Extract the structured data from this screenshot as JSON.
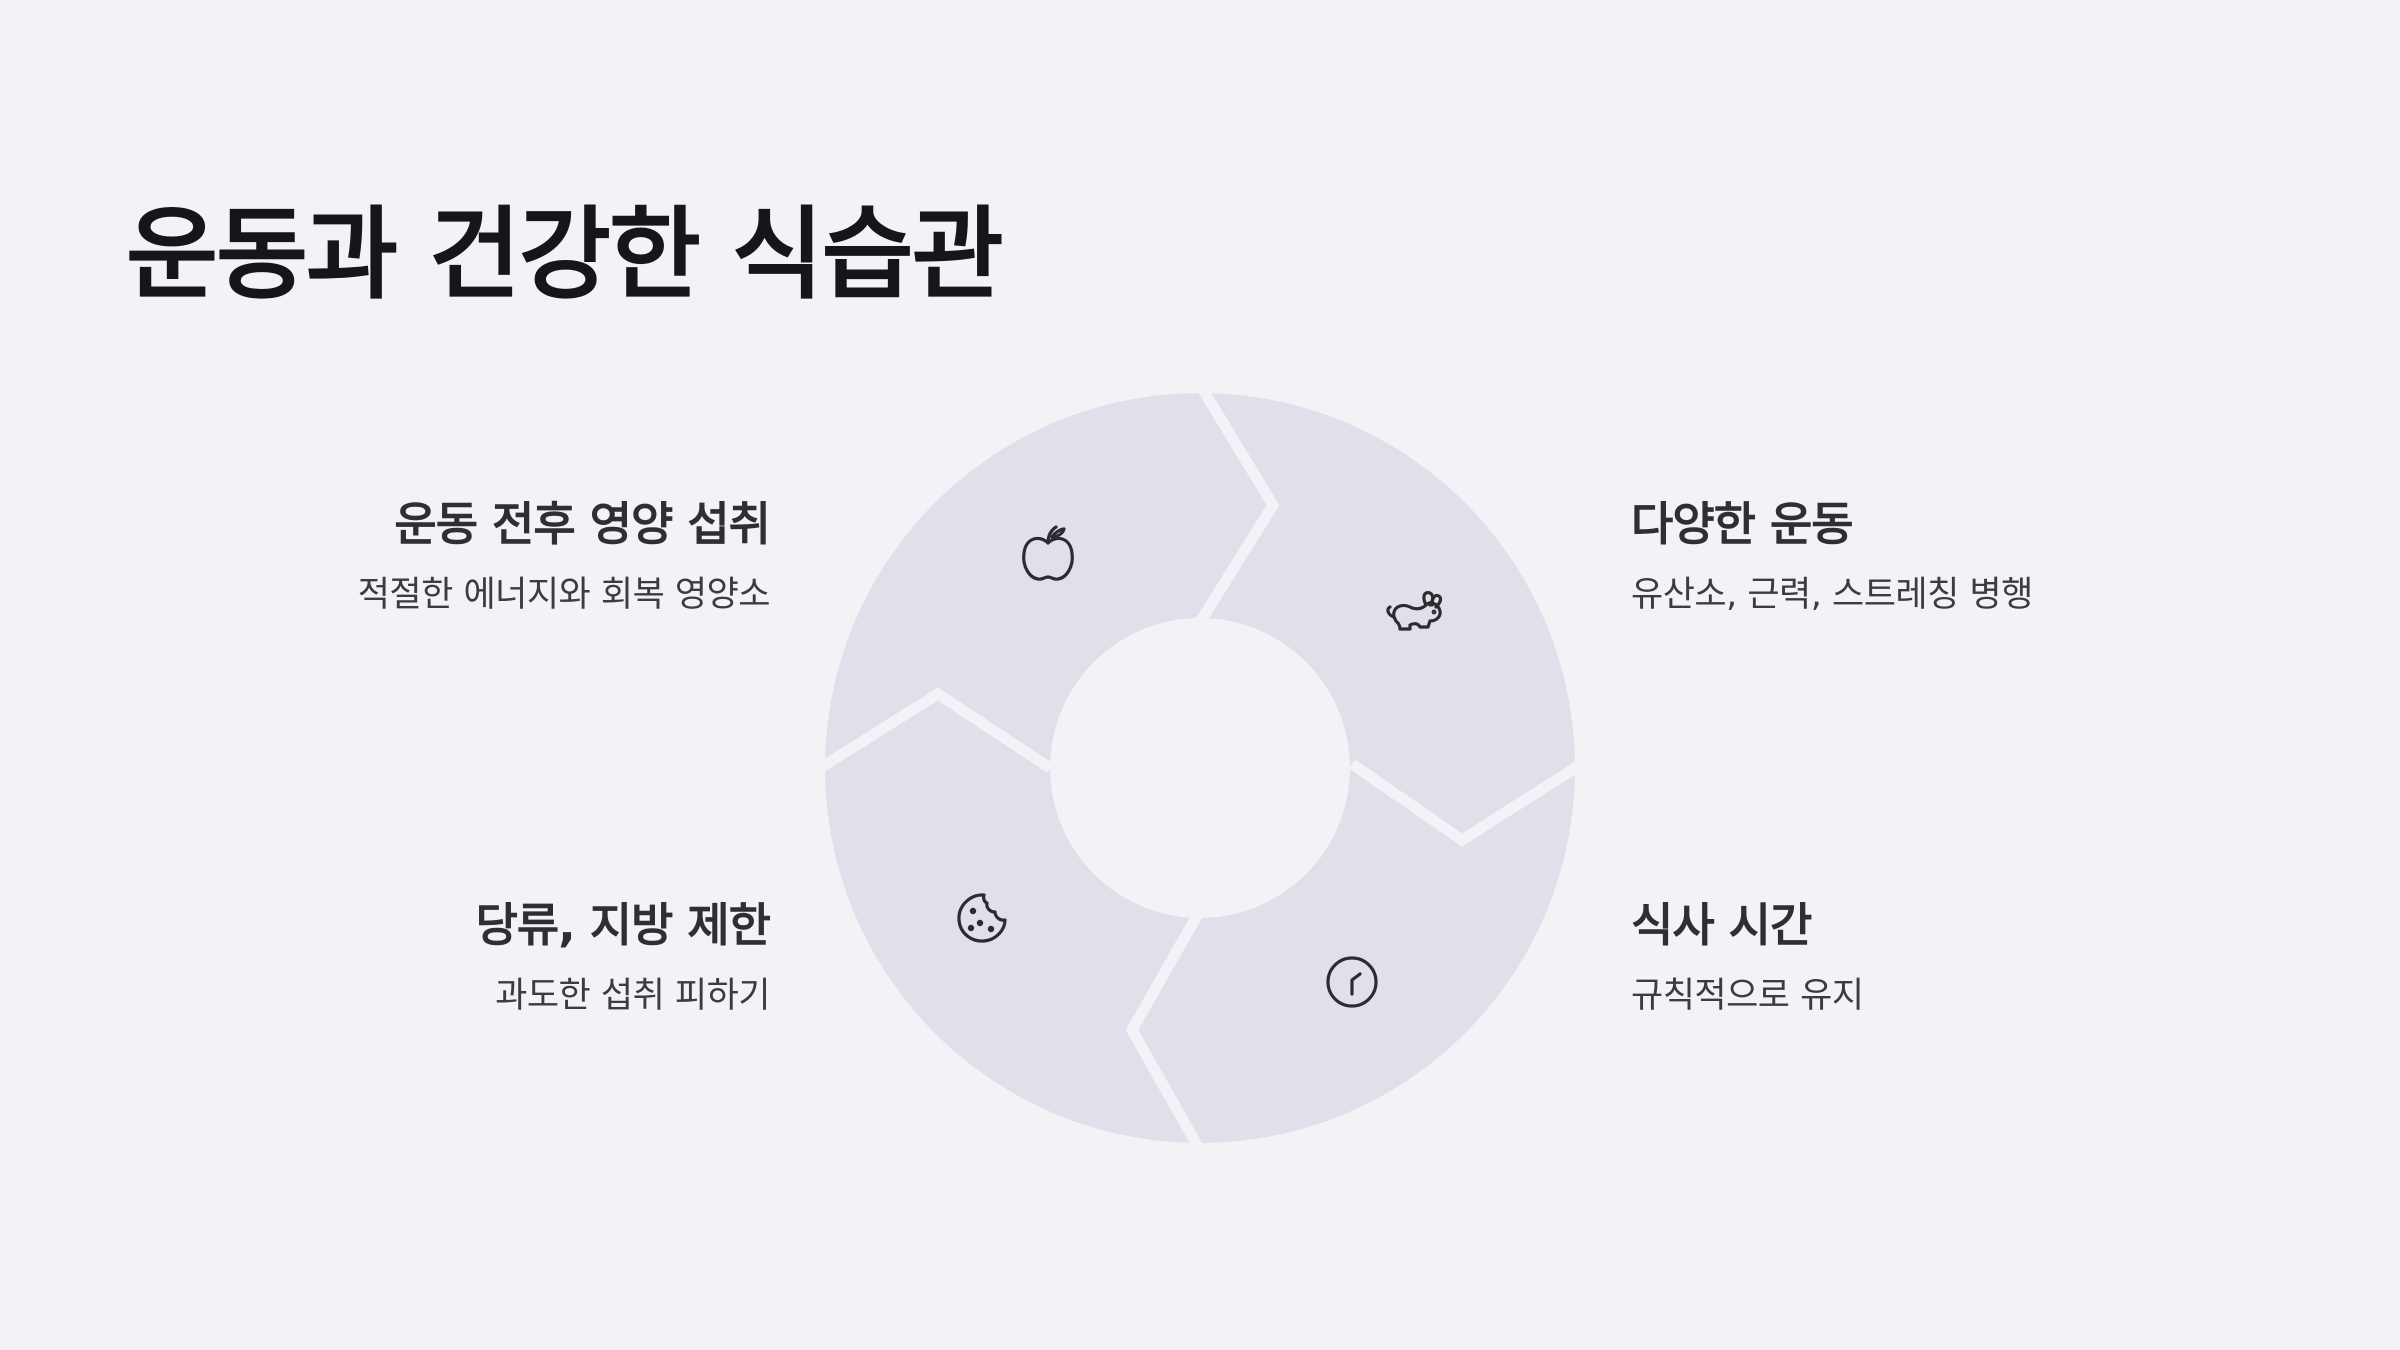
{
  "title": "운동과 건강한 식습관",
  "items": [
    {
      "heading": "운동 전후 영양 섭취",
      "desc": "적절한 에너지와 회복 영양소",
      "icon": "apple-icon"
    },
    {
      "heading": "다양한 운동",
      "desc": "유산소, 근력, 스트레칭 병행",
      "icon": "rabbit-icon"
    },
    {
      "heading": "당류, 지방 제한",
      "desc": "과도한 섭취 피하기",
      "icon": "cookie-icon"
    },
    {
      "heading": "식사 시간",
      "desc": "규칙적으로 유지",
      "icon": "clock-icon"
    }
  ],
  "colors": {
    "background": "#f3f2f7",
    "segment": "#e0e0eb",
    "icon": "#2b2b30",
    "title": "#16161a"
  }
}
